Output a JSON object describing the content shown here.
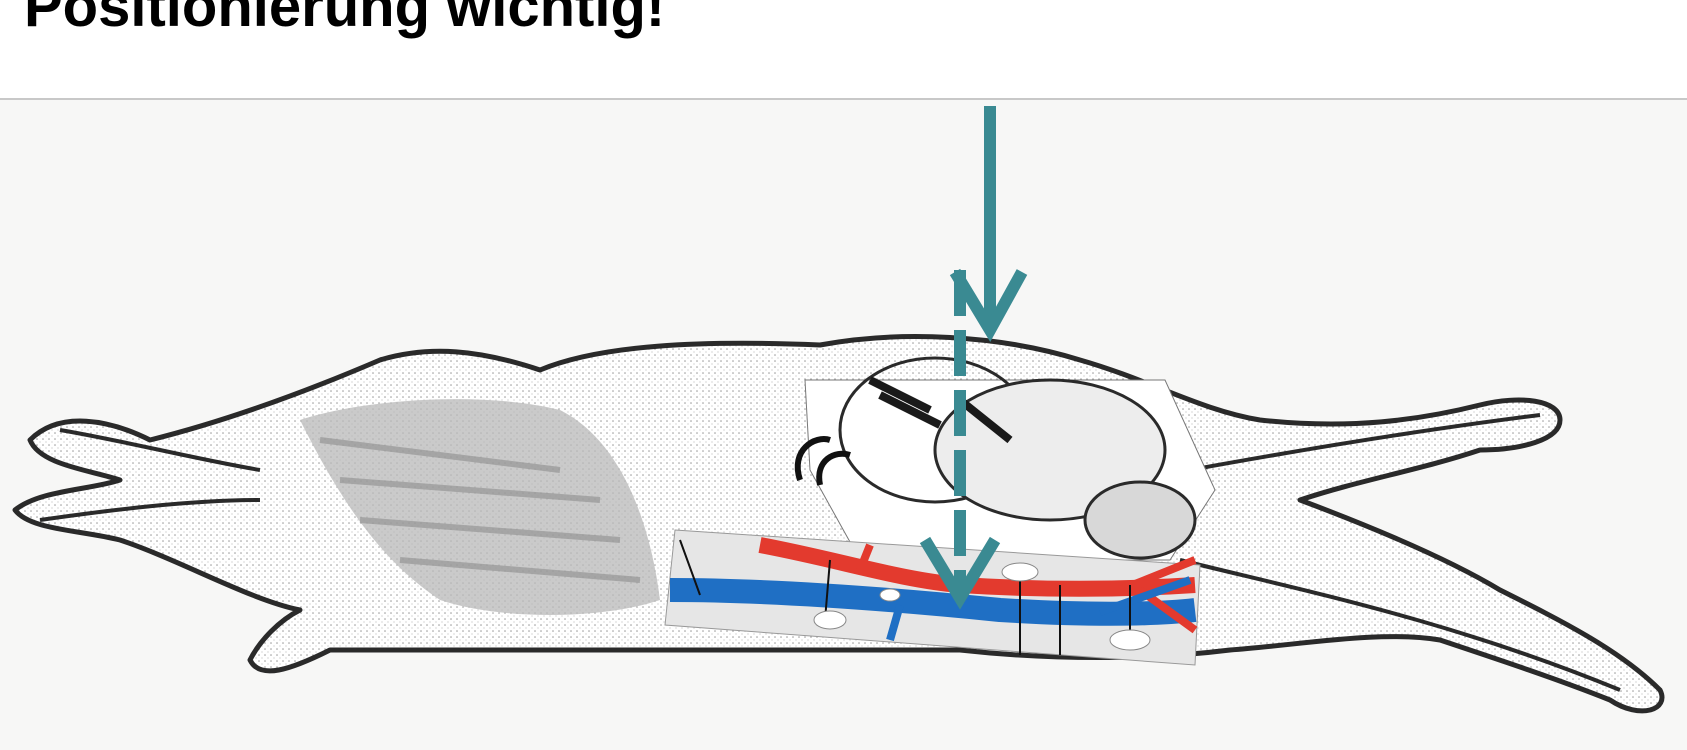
{
  "slide": {
    "title": "Positionierung wichtig!"
  },
  "colors": {
    "arrow": "#3a8a92",
    "artery": "#e33a2e",
    "vein": "#1f6fc4",
    "outline": "#2a2a2a",
    "fur_shading": "#b8b8b8",
    "divider": "#c8c8c8"
  },
  "icons": {
    "downward-arrow": "teal downward arrow",
    "dashed-arrow": "teal dashed downward arrow",
    "animal": "rat in supine position illustration"
  }
}
